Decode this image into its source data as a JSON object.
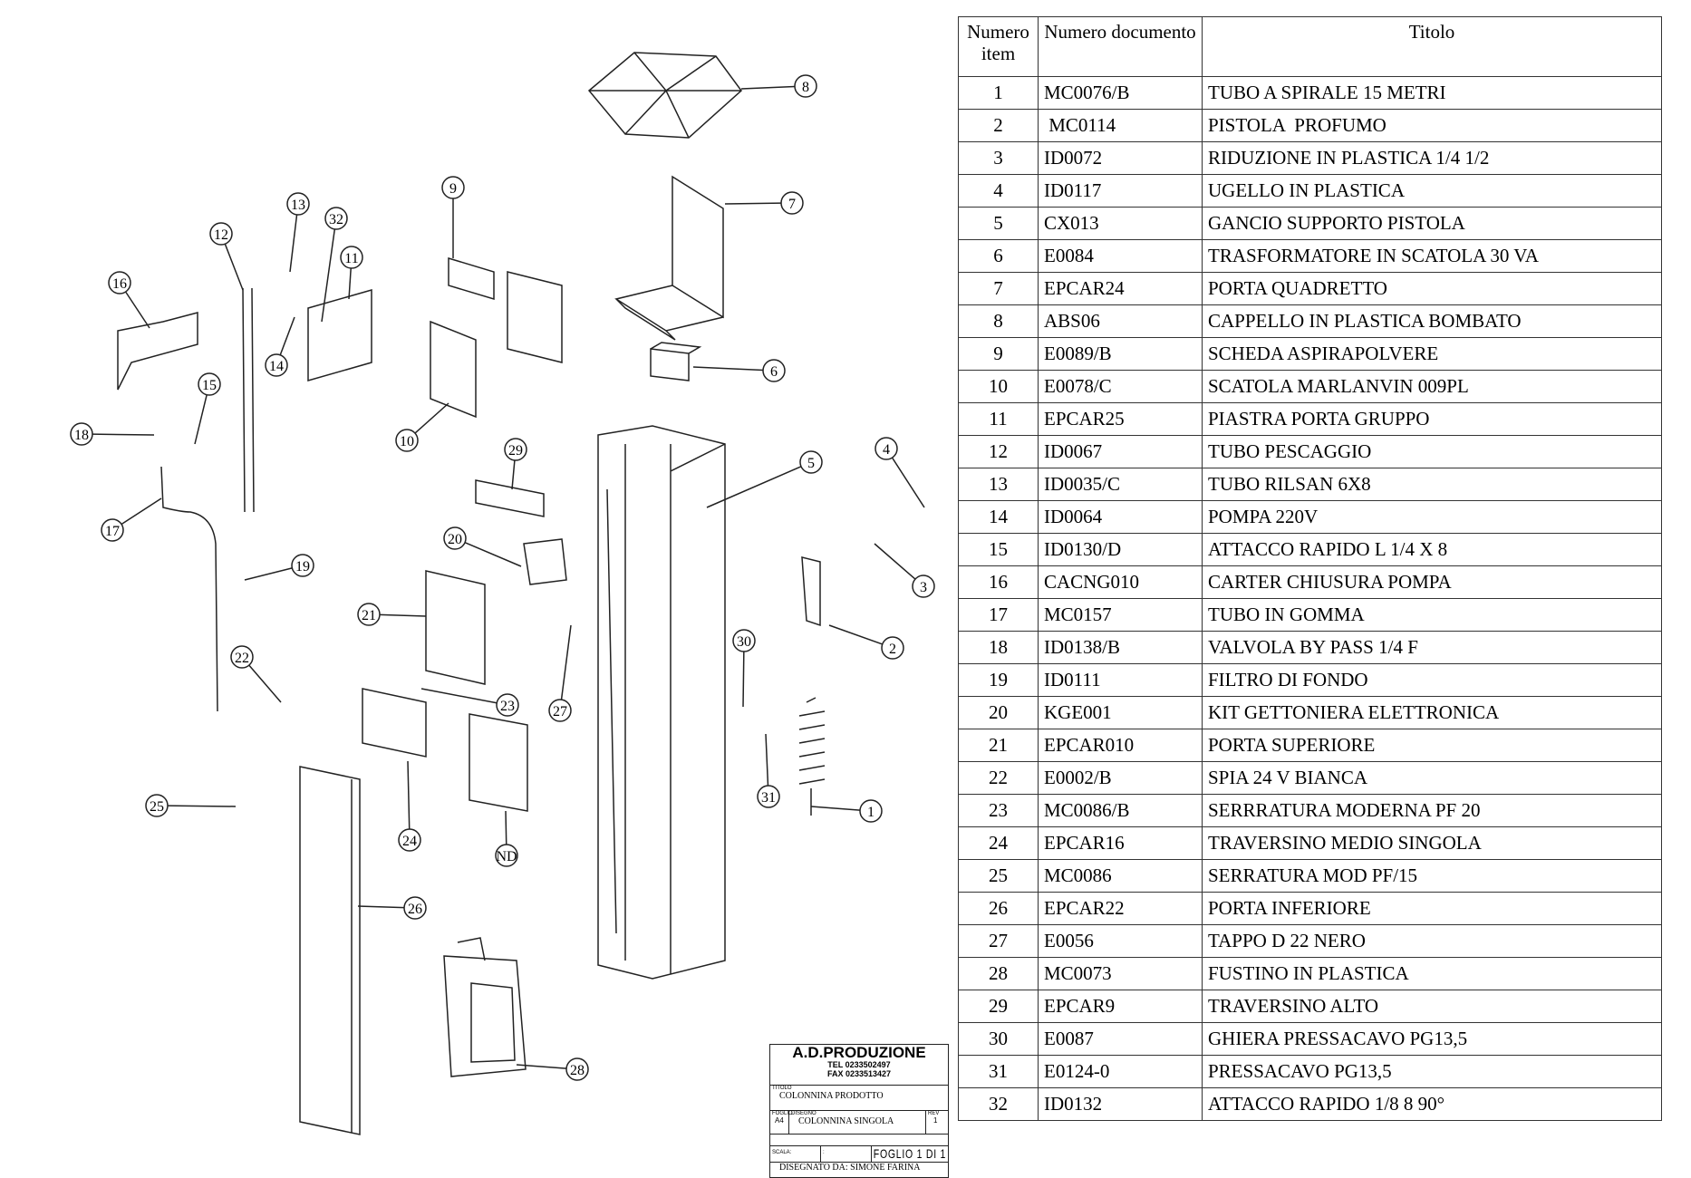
{
  "bom_table": {
    "headers": [
      "Numero item",
      "Numero documento",
      "Titolo"
    ],
    "rows": [
      [
        "1",
        "MC0076/B",
        "TUBO A SPIRALE 15 METRI"
      ],
      [
        "2",
        " MC0114",
        "PISTOLA  PROFUMO"
      ],
      [
        "3",
        "ID0072",
        "RIDUZIONE IN PLASTICA 1/4 1/2"
      ],
      [
        "4",
        "ID0117",
        "UGELLO IN PLASTICA"
      ],
      [
        "5",
        "CX013",
        "GANCIO SUPPORTO PISTOLA"
      ],
      [
        "6",
        "E0084",
        "TRASFORMATORE IN SCATOLA 30 VA"
      ],
      [
        "7",
        "EPCAR24",
        "PORTA QUADRETTO"
      ],
      [
        "8",
        "ABS06",
        "CAPPELLO IN PLASTICA BOMBATO"
      ],
      [
        "9",
        "E0089/B",
        "SCHEDA ASPIRAPOLVERE"
      ],
      [
        "10",
        "E0078/C",
        "SCATOLA MARLANVIN 009PL"
      ],
      [
        "11",
        "EPCAR25",
        "PIASTRA PORTA GRUPPO"
      ],
      [
        "12",
        "ID0067",
        "TUBO PESCAGGIO"
      ],
      [
        "13",
        "ID0035/C",
        "TUBO RILSAN 6X8"
      ],
      [
        "14",
        "ID0064",
        "POMPA 220V"
      ],
      [
        "15",
        "ID0130/D",
        "ATTACCO RAPIDO L 1/4 X 8"
      ],
      [
        "16",
        "CACNG010",
        "CARTER CHIUSURA POMPA"
      ],
      [
        "17",
        "MC0157",
        "TUBO IN GOMMA"
      ],
      [
        "18",
        "ID0138/B",
        "VALVOLA BY PASS 1/4 F"
      ],
      [
        "19",
        "ID0111",
        "FILTRO DI FONDO"
      ],
      [
        "20",
        "KGE001",
        "KIT GETTONIERA ELETTRONICA"
      ],
      [
        "21",
        "EPCAR010",
        "PORTA SUPERIORE"
      ],
      [
        "22",
        "E0002/B",
        "SPIA 24 V BIANCA"
      ],
      [
        "23",
        "MC0086/B",
        "SERRRATURA MODERNA PF 20"
      ],
      [
        "24",
        "EPCAR16",
        "TRAVERSINO MEDIO SINGOLA"
      ],
      [
        "25",
        "MC0086",
        "SERRATURA MOD PF/15"
      ],
      [
        "26",
        "EPCAR22",
        "PORTA INFERIORE"
      ],
      [
        "27",
        "E0056",
        "TAPPO D 22 NERO"
      ],
      [
        "28",
        "MC0073",
        "FUSTINO IN PLASTICA"
      ],
      [
        "29",
        "EPCAR9",
        "TRAVERSINO ALTO"
      ],
      [
        "30",
        "E0087",
        "GHIERA PRESSACAVO PG13,5"
      ],
      [
        "31",
        "E0124-0",
        "PRESSACAVO PG13,5"
      ],
      [
        "32",
        "ID0132",
        "ATTACCO RAPIDO 1/8 8 90°"
      ]
    ]
  },
  "callouts": [
    "1",
    "2",
    "3",
    "4",
    "5",
    "6",
    "7",
    "8",
    "9",
    "10",
    "11",
    "12",
    "13",
    "14",
    "15",
    "16",
    "17",
    "18",
    "19",
    "20",
    "21",
    "22",
    "23",
    "24",
    "25",
    "26",
    "27",
    "28",
    "29",
    "30",
    "31",
    "32",
    "ND"
  ],
  "title_block": {
    "company": "A.D.PRODUZIONE",
    "tel": "TEL 0233502497",
    "fax": "FAX 0233513427",
    "titolo_label": "TITOLO",
    "titolo": "COLONNINA PRODOTTO",
    "foglio_label": "FOGLIO",
    "foglio_size": "A4",
    "disegno_label": "DISEGNO",
    "disegno": "COLONNINA SINGOLA",
    "rev_label": "REV",
    "rev": "1",
    "scala_label": "SCALA:",
    "scala_value": ":",
    "sheet": "FOGLIO 1 DI 1",
    "designer": "DISEGNATO DA: SIMONE FARINA"
  }
}
